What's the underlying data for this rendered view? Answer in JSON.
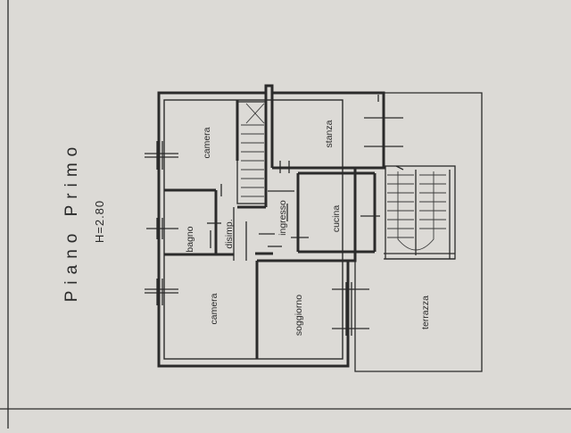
{
  "sheet": {
    "title": "Piano Primo",
    "height_label": "H=2.80"
  },
  "rooms": {
    "camera_top": "camera",
    "bagno": "bagno",
    "disimp": "disimp.",
    "ingresso": "ingresso",
    "cucina": "cucina",
    "stanza": "stanza",
    "camera_bottom": "camera",
    "soggiorno": "soggiorno",
    "terrazza": "terrazza"
  },
  "colors": {
    "paper": "#dcdad6",
    "ink": "#2b2b2b"
  }
}
